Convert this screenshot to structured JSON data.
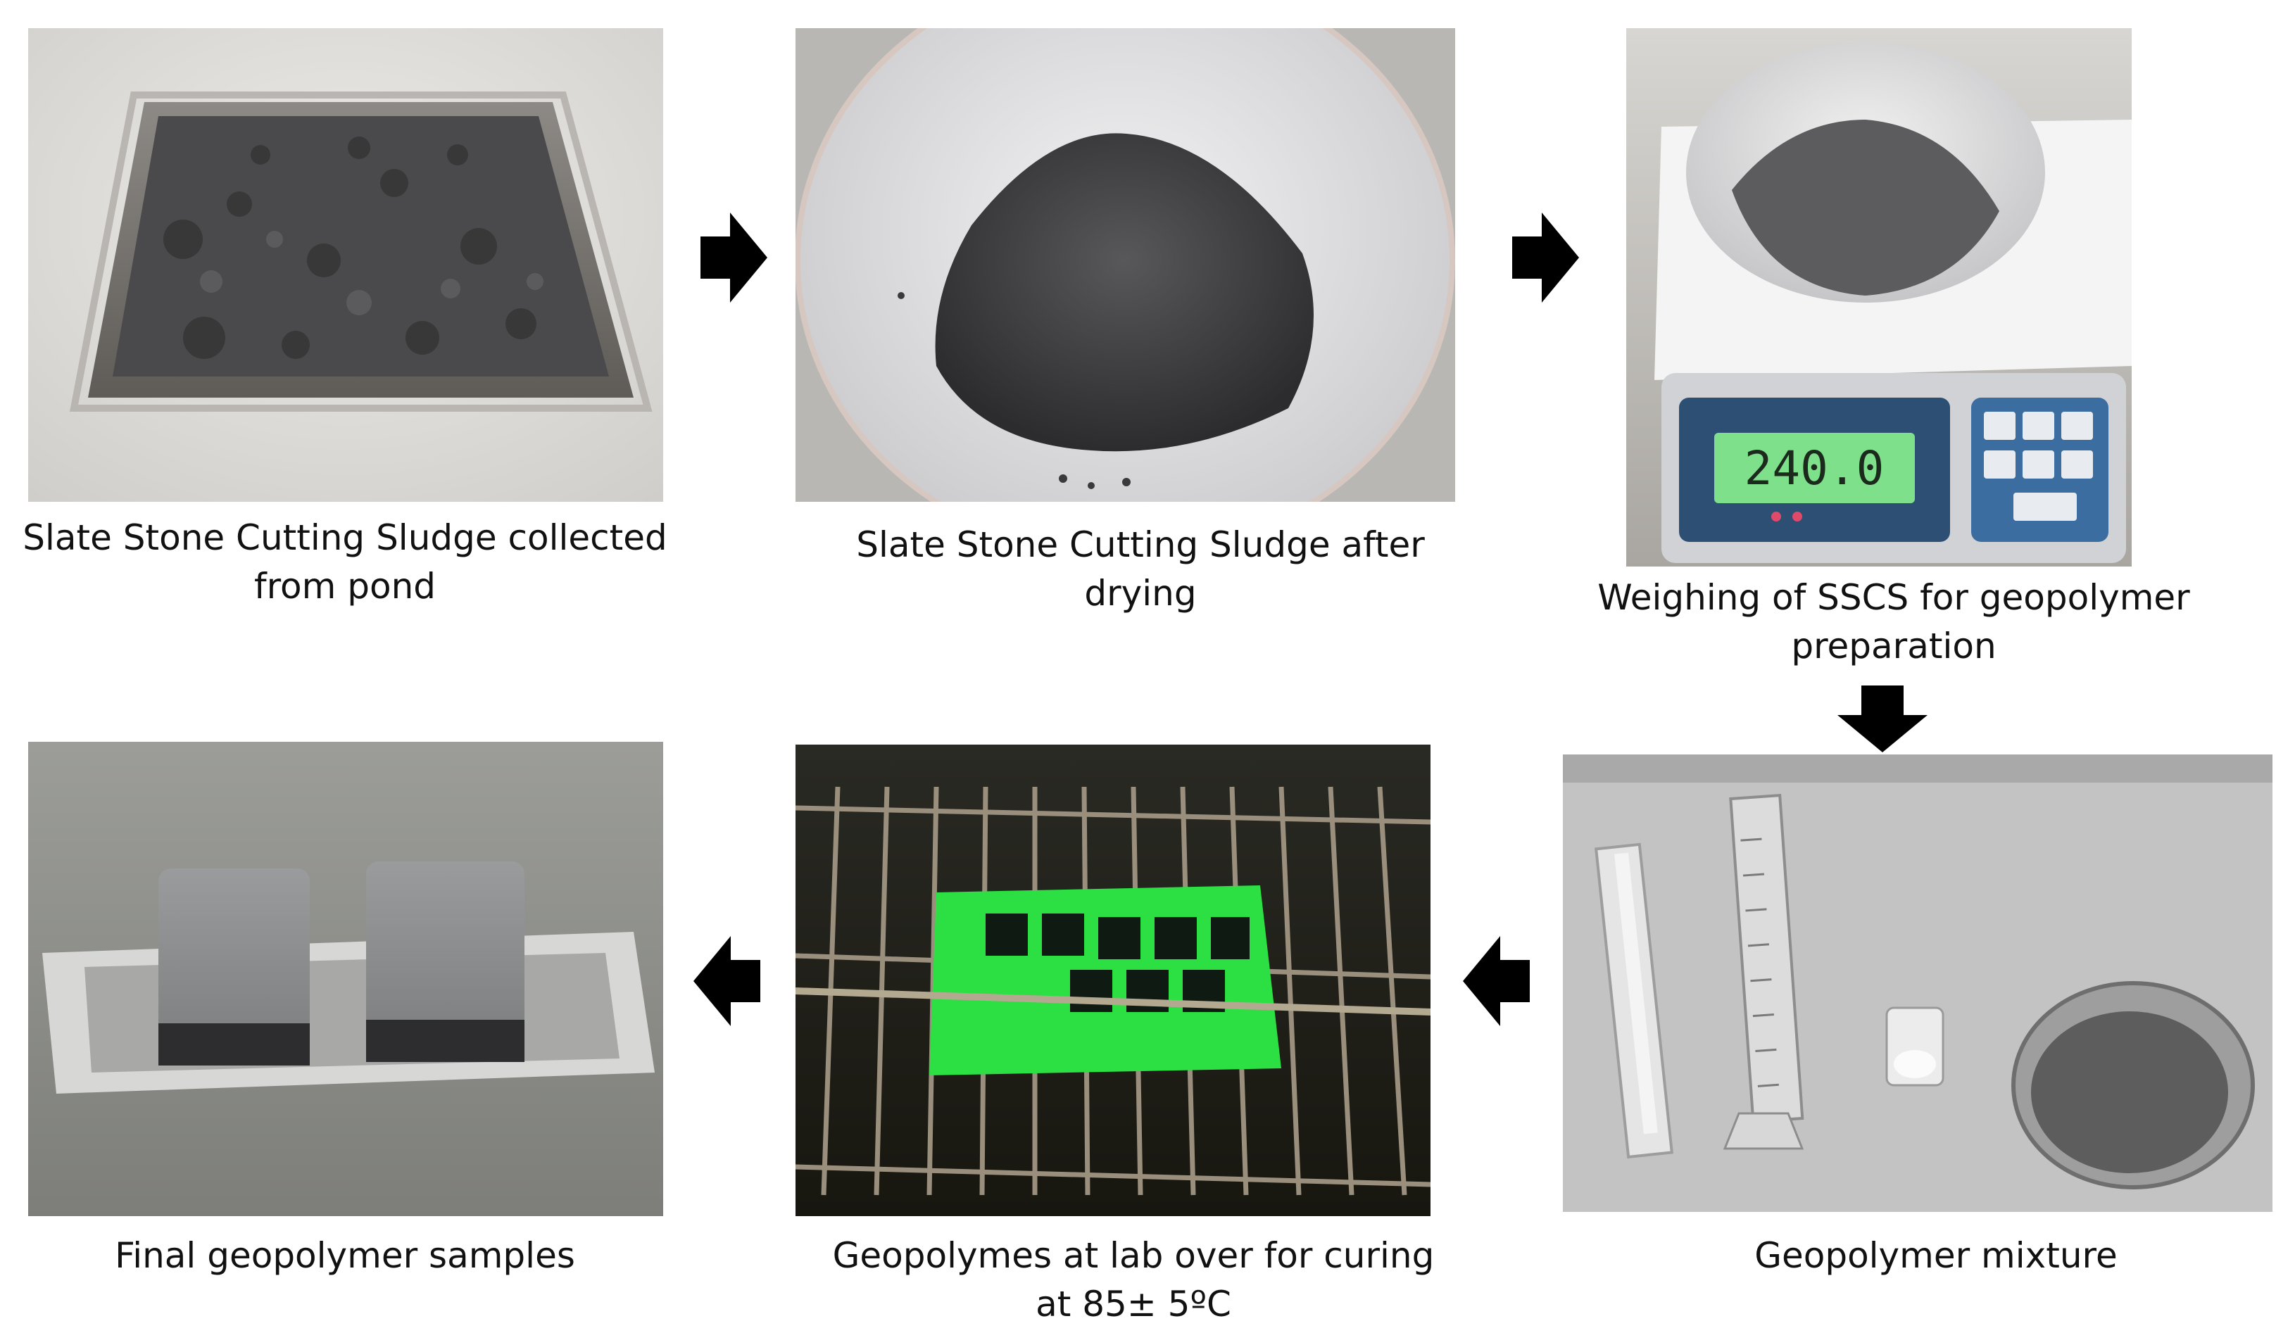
{
  "figure": {
    "steps": [
      {
        "id": "step1",
        "caption_line1": "Slate Stone Cutting Sludge collected",
        "caption_line2": "from pond"
      },
      {
        "id": "step2",
        "caption_line1": "Slate Stone Cutting Sludge after",
        "caption_line2": "drying"
      },
      {
        "id": "step3",
        "caption_line1": "Weighing of SSCS for geopolymer",
        "caption_line2": "preparation",
        "scale_display": "240.0"
      },
      {
        "id": "step4",
        "caption_line1": "Geopolymer mixture"
      },
      {
        "id": "step5",
        "caption_line1": "Geopolymes at lab over for curing",
        "caption_line2": "at 85± 5ºC"
      },
      {
        "id": "step6",
        "caption_line1": "Final geopolymer samples"
      }
    ],
    "arrows": [
      {
        "from": "step1",
        "to": "step2",
        "direction": "right"
      },
      {
        "from": "step2",
        "to": "step3",
        "direction": "right"
      },
      {
        "from": "step3",
        "to": "step4",
        "direction": "down"
      },
      {
        "from": "step4",
        "to": "step5",
        "direction": "left"
      },
      {
        "from": "step5",
        "to": "step6",
        "direction": "left"
      }
    ]
  }
}
